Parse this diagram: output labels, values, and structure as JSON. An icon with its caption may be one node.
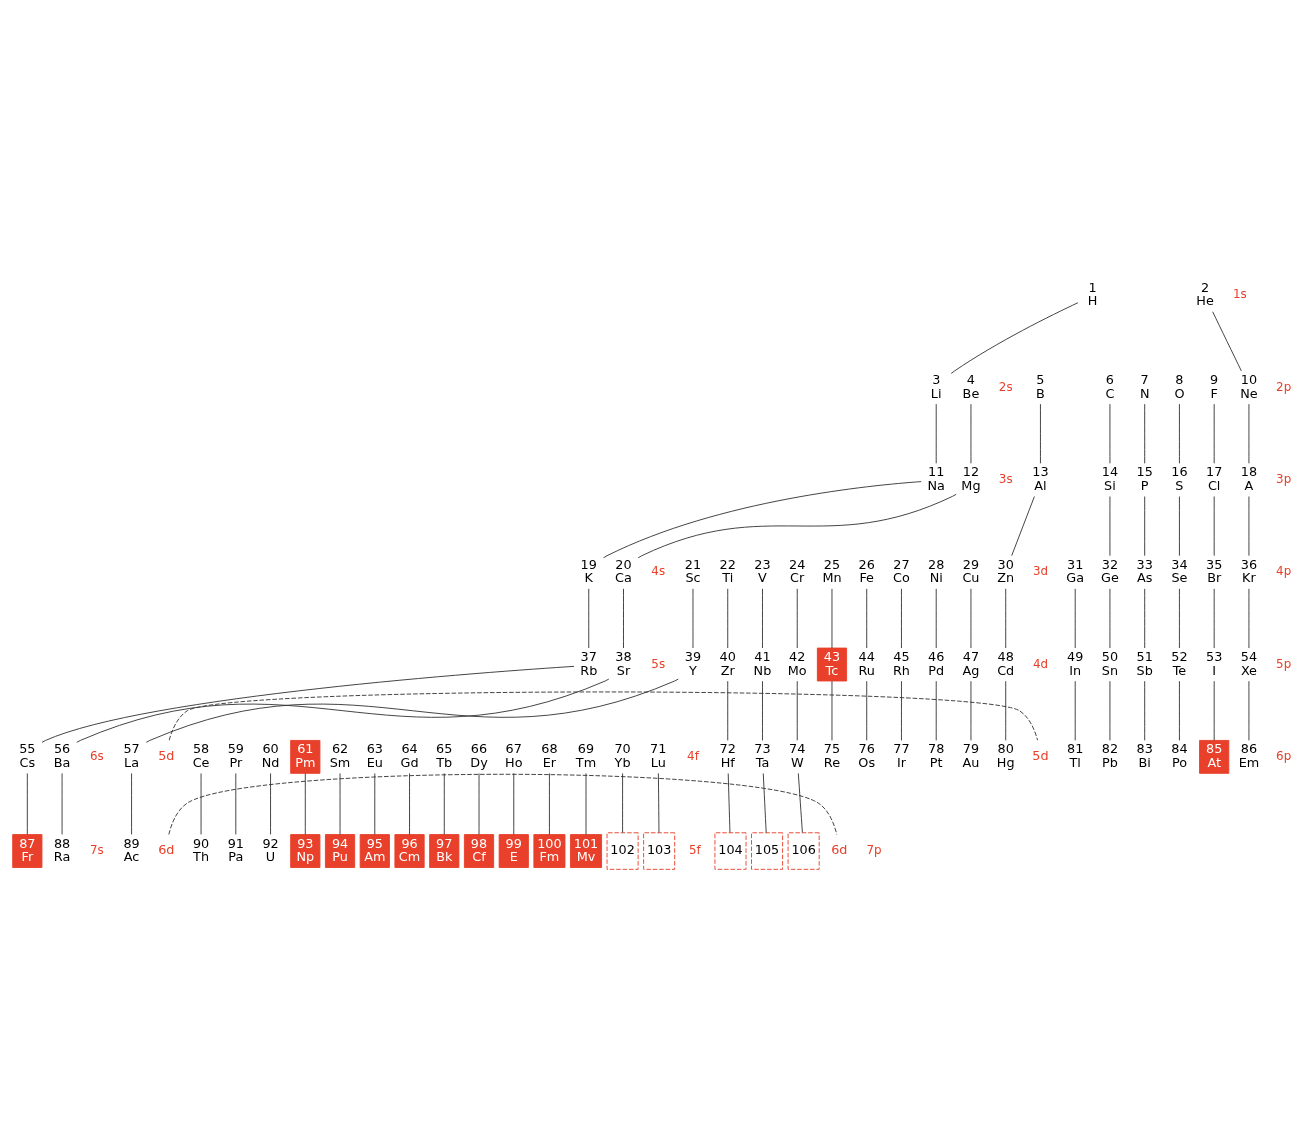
{
  "diagram": {
    "nodes": [
      {
        "text": [
          "1",
          "H"
        ]
      },
      {
        "text": [
          "2",
          "He"
        ]
      },
      {
        "text": [
          "3",
          "Li"
        ]
      },
      {
        "text": [
          "4",
          "Be"
        ]
      },
      {
        "text": [
          "5",
          "B"
        ]
      },
      {
        "text": [
          "6",
          "C"
        ]
      },
      {
        "text": [
          "7",
          "N"
        ]
      },
      {
        "text": [
          "8",
          "O"
        ]
      },
      {
        "text": [
          "9",
          "F"
        ]
      },
      {
        "text": [
          "10",
          "Ne"
        ]
      },
      {
        "text": [
          "11",
          "Na"
        ]
      },
      {
        "text": [
          "12",
          "Mg"
        ]
      },
      {
        "text": [
          "13",
          "Al"
        ]
      },
      {
        "text": [
          "14",
          "Si"
        ]
      },
      {
        "text": [
          "15",
          "P"
        ]
      },
      {
        "text": [
          "16",
          "S"
        ]
      },
      {
        "text": [
          "17",
          "Cl"
        ]
      },
      {
        "text": [
          "18",
          "A"
        ]
      },
      {
        "text": [
          "19",
          "K"
        ]
      },
      {
        "text": [
          "20",
          "Ca"
        ]
      },
      {
        "text": [
          "21",
          "Sc"
        ]
      },
      {
        "text": [
          "22",
          "Ti"
        ]
      },
      {
        "text": [
          "23",
          "V"
        ]
      },
      {
        "text": [
          "24",
          "Cr"
        ]
      },
      {
        "text": [
          "25",
          "Mn"
        ]
      },
      {
        "text": [
          "26",
          "Fe"
        ]
      },
      {
        "text": [
          "27",
          "Co"
        ]
      },
      {
        "text": [
          "28",
          "Ni"
        ]
      },
      {
        "text": [
          "29",
          "Cu"
        ]
      },
      {
        "text": [
          "30",
          "Zn"
        ]
      },
      {
        "text": [
          "31",
          "Ga"
        ]
      },
      {
        "text": [
          "32",
          "Ge"
        ]
      },
      {
        "text": [
          "33",
          "As"
        ]
      },
      {
        "text": [
          "34",
          "Se"
        ]
      },
      {
        "text": [
          "35",
          "Br"
        ]
      },
      {
        "text": [
          "36",
          "Kr"
        ]
      },
      {
        "text": [
          "37",
          "Rb"
        ]
      },
      {
        "text": [
          "38",
          "Sr"
        ]
      },
      {
        "text": [
          "39",
          "Y"
        ]
      },
      {
        "text": [
          "40",
          "Zr"
        ]
      },
      {
        "text": [
          "41",
          "Nb"
        ]
      },
      {
        "text": [
          "42",
          "Mo"
        ]
      },
      {
        "text": [
          "43",
          "Tc"
        ]
      },
      {
        "text": [
          "44",
          "Ru"
        ]
      },
      {
        "text": [
          "45",
          "Rh"
        ]
      },
      {
        "text": [
          "46",
          "Pd"
        ]
      },
      {
        "text": [
          "47",
          "Ag"
        ]
      },
      {
        "text": [
          "48",
          "Cd"
        ]
      },
      {
        "text": [
          "49",
          "In"
        ]
      },
      {
        "text": [
          "50",
          "Sn"
        ]
      },
      {
        "text": [
          "51",
          "Sb"
        ]
      },
      {
        "text": [
          "52",
          "Te"
        ]
      },
      {
        "text": [
          "53",
          "I"
        ]
      },
      {
        "text": [
          "54",
          "Xe"
        ]
      },
      {
        "text": [
          "55",
          "Cs"
        ]
      },
      {
        "text": [
          "56",
          "Ba"
        ]
      },
      {
        "text": [
          "57",
          "La"
        ]
      },
      {
        "text": [
          "58",
          "Ce"
        ]
      },
      {
        "text": [
          "59",
          "Pr"
        ]
      },
      {
        "text": [
          "60",
          "Nd"
        ]
      },
      {
        "text": [
          "61",
          "Pm"
        ]
      },
      {
        "text": [
          "62",
          "Sm"
        ]
      },
      {
        "text": [
          "63",
          "Eu"
        ]
      },
      {
        "text": [
          "64",
          "Gd"
        ]
      },
      {
        "text": [
          "65",
          "Tb"
        ]
      },
      {
        "text": [
          "66",
          "Dy"
        ]
      },
      {
        "text": [
          "67",
          "Ho"
        ]
      },
      {
        "text": [
          "68",
          "Er"
        ]
      },
      {
        "text": [
          "69",
          "Tm"
        ]
      },
      {
        "text": [
          "70",
          "Yb"
        ]
      },
      {
        "text": [
          "71",
          "Lu"
        ]
      },
      {
        "text": [
          "72",
          "Hf"
        ]
      },
      {
        "text": [
          "73",
          "Ta"
        ]
      },
      {
        "text": [
          "74",
          "W"
        ]
      },
      {
        "text": [
          "75",
          "Re"
        ]
      },
      {
        "text": [
          "76",
          "Os"
        ]
      },
      {
        "text": [
          "77",
          "Ir"
        ]
      },
      {
        "text": [
          "78",
          "Pt"
        ]
      },
      {
        "text": [
          "79",
          "Au"
        ]
      },
      {
        "text": [
          "80",
          "Hg"
        ]
      },
      {
        "text": [
          "81",
          "Tl"
        ]
      },
      {
        "text": [
          "82",
          "Pb"
        ]
      },
      {
        "text": [
          "83",
          "Bi"
        ]
      },
      {
        "text": [
          "84",
          "Po"
        ]
      },
      {
        "text": [
          "85",
          "At"
        ]
      },
      {
        "text": [
          "86",
          "Em"
        ]
      },
      {
        "text": [
          "87",
          "Fr"
        ]
      },
      {
        "text": [
          "88",
          "Ra"
        ]
      },
      {
        "text": [
          "89",
          "Ac"
        ]
      },
      {
        "text": [
          "90",
          "Th"
        ]
      },
      {
        "text": [
          "91",
          "Pa"
        ]
      },
      {
        "text": [
          "92",
          "U"
        ]
      },
      {
        "text": [
          "93",
          "Np"
        ]
      },
      {
        "text": [
          "94",
          "Pu"
        ]
      },
      {
        "text": [
          "95",
          "Am"
        ]
      },
      {
        "text": [
          "96",
          "Cm"
        ]
      },
      {
        "text": [
          "97",
          "Bk"
        ]
      },
      {
        "text": [
          "98",
          "Cf"
        ]
      },
      {
        "text": [
          "99",
          "E"
        ]
      },
      {
        "text": [
          "100",
          "Fm"
        ]
      },
      {
        "text": [
          "101",
          "Mv"
        ]
      },
      {
        "text": [
          "102"
        ]
      },
      {
        "text": [
          "103"
        ]
      },
      {
        "text": [
          "104"
        ]
      },
      {
        "text": [
          "105"
        ]
      },
      {
        "text": [
          "106"
        ]
      },
      {
        "text": [
          "5d"
        ]
      },
      {
        "text": [
          "5d"
        ]
      },
      {
        "text": [
          "6d"
        ]
      },
      {
        "text": [
          "6d"
        ]
      }
    ],
    "edges": [
      {
        "from": 0,
        "to": 2,
        "arrow": "none"
      },
      {
        "from": 1,
        "to": 9,
        "arrow": "none"
      },
      {
        "from": 2,
        "to": 10,
        "arrow": "none"
      },
      {
        "from": 3,
        "to": 11,
        "arrow": "none"
      },
      {
        "from": 4,
        "to": 12,
        "arrow": "none"
      },
      {
        "from": 5,
        "to": 13,
        "arrow": "none"
      },
      {
        "from": 6,
        "to": 14,
        "arrow": "none"
      },
      {
        "from": 7,
        "to": 15,
        "arrow": "none"
      },
      {
        "from": 8,
        "to": 16,
        "arrow": "none"
      },
      {
        "from": 9,
        "to": 17,
        "arrow": "none"
      },
      {
        "from": 10,
        "to": 18,
        "arrow": "none"
      },
      {
        "from": 11,
        "to": 19,
        "arrow": "none"
      },
      {
        "from": 12,
        "to": 29,
        "arrow": "none"
      },
      {
        "from": 13,
        "to": 31,
        "arrow": "none"
      },
      {
        "from": 14,
        "to": 32,
        "arrow": "none"
      },
      {
        "from": 15,
        "to": 33,
        "arrow": "none"
      },
      {
        "from": 16,
        "to": 34,
        "arrow": "none"
      },
      {
        "from": 17,
        "to": 35,
        "arrow": "none"
      },
      {
        "from": 18,
        "to": 36,
        "arrow": "none"
      },
      {
        "from": 19,
        "to": 37,
        "arrow": "none"
      },
      {
        "from": 20,
        "to": 38,
        "arrow": "none"
      },
      {
        "from": 21,
        "to": 39,
        "arrow": "none"
      },
      {
        "from": 22,
        "to": 40,
        "arrow": "none"
      },
      {
        "from": 23,
        "to": 41,
        "arrow": "none"
      },
      {
        "from": 24,
        "to": 42,
        "arrow": "none"
      },
      {
        "from": 25,
        "to": 43,
        "arrow": "none"
      },
      {
        "from": 26,
        "to": 44,
        "arrow": "none"
      },
      {
        "from": 27,
        "to": 45,
        "arrow": "none"
      },
      {
        "from": 28,
        "to": 46,
        "arrow": "none"
      },
      {
        "from": 29,
        "to": 47,
        "arrow": "none"
      },
      {
        "from": 30,
        "to": 48,
        "arrow": "none"
      },
      {
        "from": 31,
        "to": 49,
        "arrow": "none"
      },
      {
        "from": 32,
        "to": 50,
        "arrow": "none"
      },
      {
        "from": 33,
        "to": 51,
        "arrow": "none"
      },
      {
        "from": 34,
        "to": 52,
        "arrow": "none"
      },
      {
        "from": 35,
        "to": 53,
        "arrow": "none"
      },
      {
        "from": 36,
        "to": 54,
        "arrow": "none"
      },
      {
        "from": 37,
        "to": 55,
        "arrow": "none"
      },
      {
        "from": 38,
        "to": 56,
        "arrow": "none"
      },
      {
        "from": 39,
        "to": 71,
        "arrow": "none"
      },
      {
        "from": 40,
        "to": 72,
        "arrow": "none"
      },
      {
        "from": 41,
        "to": 73,
        "arrow": "none"
      },
      {
        "from": 42,
        "to": 74,
        "arrow": "none"
      },
      {
        "from": 43,
        "to": 75,
        "arrow": "none"
      },
      {
        "from": 44,
        "to": 76,
        "arrow": "none"
      },
      {
        "from": 45,
        "to": 77,
        "arrow": "none"
      },
      {
        "from": 46,
        "to": 78,
        "arrow": "none"
      },
      {
        "from": 47,
        "to": 79,
        "arrow": "none"
      },
      {
        "from": 48,
        "to": 80,
        "arrow": "none"
      },
      {
        "from": 49,
        "to": 81,
        "arrow": "none"
      },
      {
        "from": 50,
        "to": 82,
        "arrow": "none"
      },
      {
        "from": 51,
        "to": 83,
        "arrow": "none"
      },
      {
        "from": 52,
        "to": 84,
        "arrow": "none"
      },
      {
        "from": 53,
        "to": 85,
        "arrow": "none"
      },
      {
        "from": 54,
        "to": 86,
        "arrow": "none"
      },
      {
        "from": 55,
        "to": 87,
        "arrow": "none"
      },
      {
        "from": 56,
        "to": 88,
        "arrow": "none"
      },
      {
        "from": 57,
        "to": 89,
        "arrow": "none"
      },
      {
        "from": 58,
        "to": 90,
        "arrow": "none"
      },
      {
        "from": 59,
        "to": 91,
        "arrow": "none"
      },
      {
        "from": 60,
        "to": 92,
        "arrow": "none"
      },
      {
        "from": 61,
        "to": 93,
        "arrow": "none"
      },
      {
        "from": 62,
        "to": 94,
        "arrow": "none"
      },
      {
        "from": 63,
        "to": 95,
        "arrow": "none"
      },
      {
        "from": 64,
        "to": 96,
        "arrow": "none"
      },
      {
        "from": 65,
        "to": 97,
        "arrow": "none"
      },
      {
        "from": 66,
        "to": 98,
        "arrow": "none"
      },
      {
        "from": 67,
        "to": 99,
        "arrow": "none"
      },
      {
        "from": 68,
        "to": 100,
        "arrow": "none"
      },
      {
        "from": 69,
        "to": 101,
        "arrow": "none"
      },
      {
        "from": 70,
        "to": 102,
        "arrow": "none"
      },
      {
        "from": 71,
        "to": 103,
        "arrow": "none"
      },
      {
        "from": 72,
        "to": 104,
        "arrow": "none"
      },
      {
        "from": 73,
        "to": 105,
        "arrow": "none"
      },
      {
        "from": 106,
        "to": 107,
        "arrow": "none",
        "style": "dashed"
      },
      {
        "from": 108,
        "to": 109,
        "arrow": "none",
        "style": "dashed"
      }
    ],
    "labels": [
      "1s",
      "2s",
      "2p",
      "3s",
      "3p",
      "4s",
      "3d",
      "4p",
      "5s",
      "4d",
      "5p",
      "6s",
      "4f",
      "6p",
      "7s",
      "5f",
      "7p"
    ]
  }
}
